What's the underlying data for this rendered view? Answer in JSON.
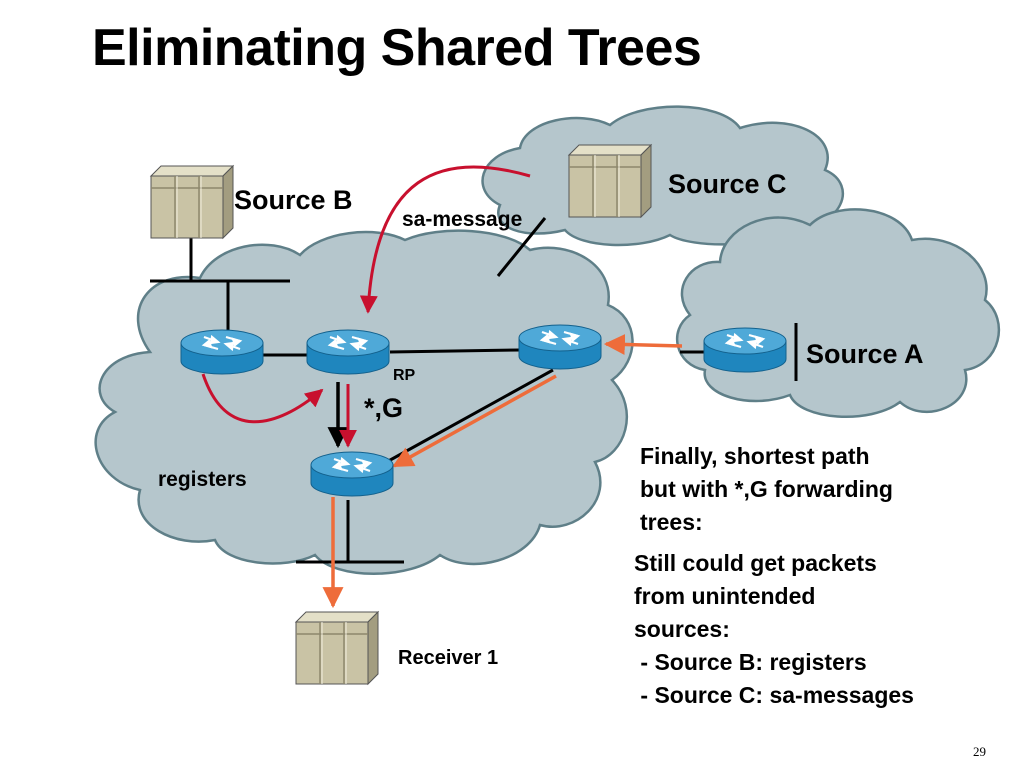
{
  "title": "Eliminating Shared Trees",
  "labels": {
    "source_b": "Source B",
    "source_c": "Source C",
    "source_a": "Source A",
    "sa_message": "sa-message",
    "rp": "RP",
    "star_g": "*,G",
    "registers": "registers",
    "receiver_1": "Receiver 1"
  },
  "notes": {
    "finally": "Finally, shortest path\nbut with *,G forwarding\ntrees:",
    "still": "Still could get packets\nfrom unintended\nsources:\n - Source B: registers\n - Source C: sa-messages"
  },
  "page_number": "29",
  "colors": {
    "cloud_fill": "#b5c6cc",
    "cloud_stroke": "#5f7f88",
    "router_body": "#1f86be",
    "router_top": "#4fa9d8",
    "server_fill": "#c9c3a5",
    "control_arrow": "#c8102e",
    "data_arrow": "#ee6c3a",
    "line": "#000000"
  }
}
